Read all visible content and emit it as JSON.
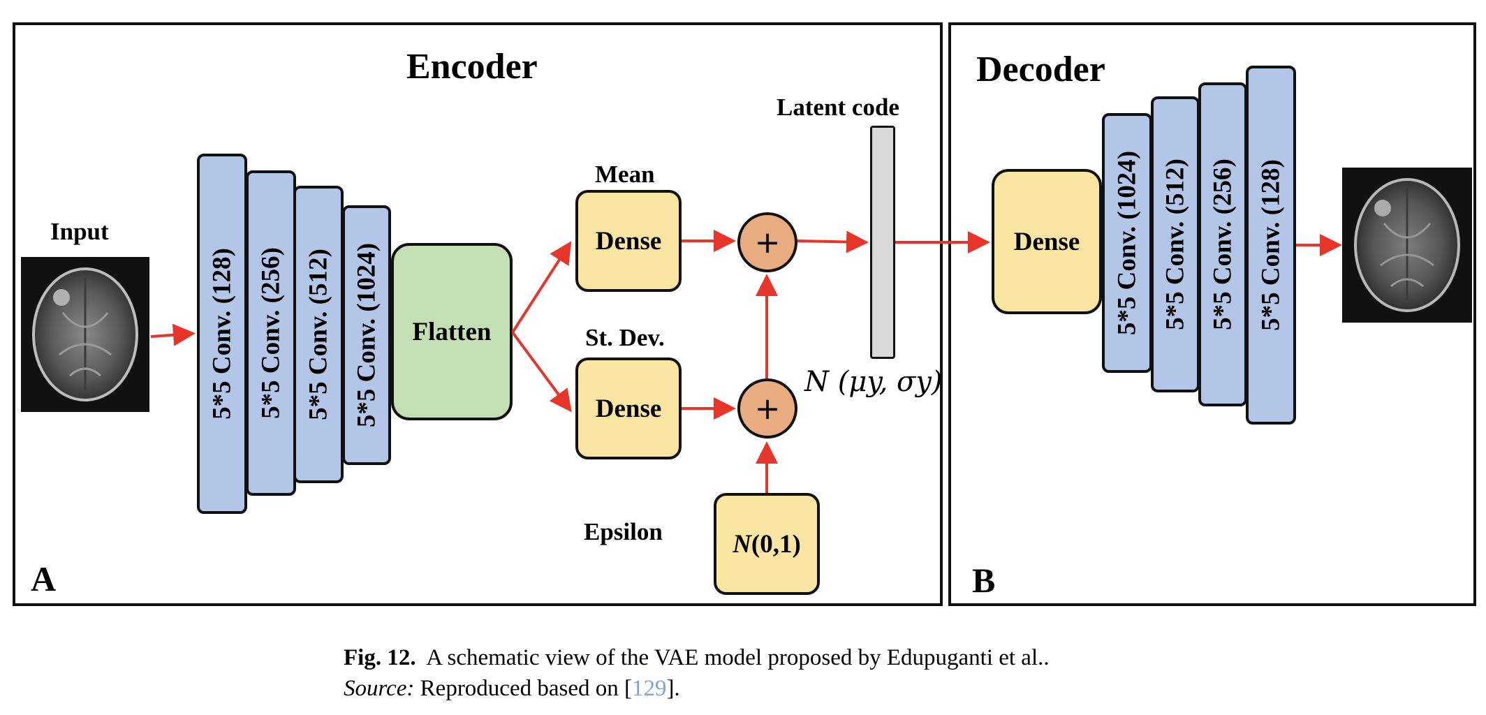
{
  "encoder": {
    "title": "Encoder",
    "panel_letter": "A",
    "input_label": "Input",
    "conv_layers": [
      "5*5 Conv. (128)",
      "5*5 Conv. (256)",
      "5*5 Conv. (512)",
      "5*5 Conv. (1024)"
    ],
    "flatten_label": "Flatten",
    "mean_label": "Mean",
    "stddev_label": "St. Dev.",
    "dense_label": "Dense",
    "plus_symbol": "+",
    "epsilon_label": "Epsilon",
    "epsilon_box_italic": "N",
    "epsilon_box_rest": "(0,1)",
    "latent_label": "Latent code",
    "distribution_label": "N (μy, σy)"
  },
  "decoder": {
    "title": "Decoder",
    "panel_letter": "B",
    "dense_label": "Dense",
    "conv_layers": [
      "5*5 Conv. (1024)",
      "5*5 Conv. (512)",
      "5*5 Conv. (256)",
      "5*5 Conv. (128)"
    ]
  },
  "caption": {
    "fig_label": "Fig. 12.",
    "text": "A schematic view of the VAE model proposed by Edupuganti et al..",
    "source_label": "Source:",
    "source_text": "Reproduced based on [",
    "source_ref": "129",
    "source_end": "]."
  },
  "colors": {
    "arrow": "#e8352a",
    "conv": "#b4c6e7",
    "dense": "#fae5a3",
    "flatten": "#c5dfb4",
    "sum_node": "#e9ab80",
    "latent": "#d9d9d9"
  }
}
